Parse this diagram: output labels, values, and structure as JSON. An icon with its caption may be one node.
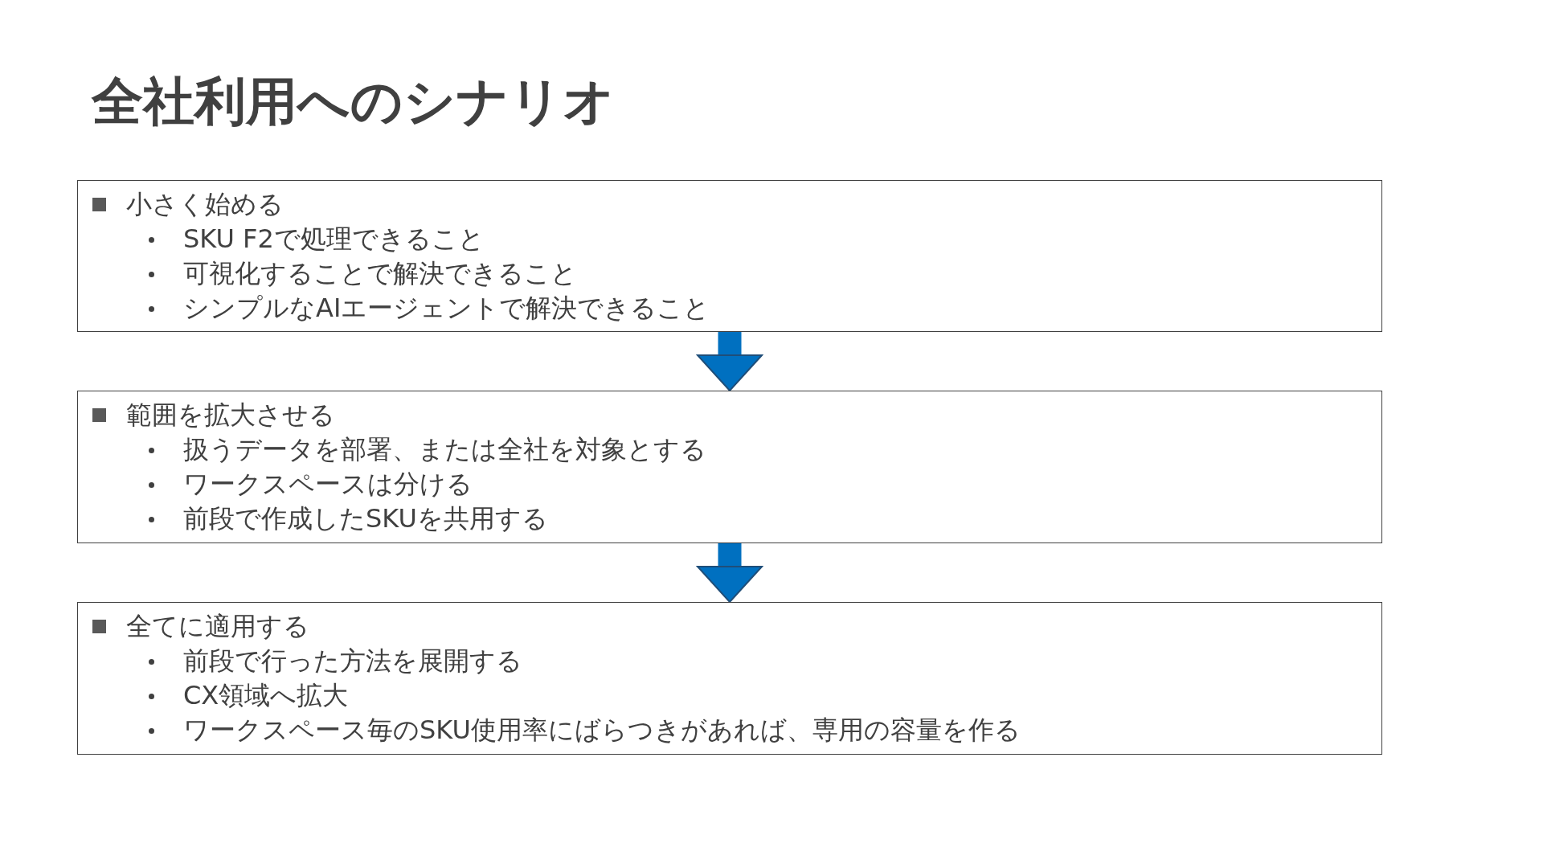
{
  "diagram": {
    "title": "全社利用へのシナリオ",
    "nodes": [
      {
        "text": [
          "小さく始める",
          "SKU F2で処理できること",
          "可視化することで解決できること",
          "シンプルなAIエージェントで解決できること"
        ]
      },
      {
        "text": [
          "範囲を拡大させる",
          "扱うデータを部署、または全社を対象とする",
          "ワークスペースは分ける",
          "前段で作成したSKUを共用する"
        ]
      },
      {
        "text": [
          "全てに適用する",
          "前段で行った方法を展開する",
          "CX領域へ拡大",
          "ワークスペース毎のSKU使用率にばらつきがあれば、専用の容量を作る"
        ]
      }
    ],
    "edges": [
      {
        "from": 0,
        "to": 1,
        "arrow": "to"
      },
      {
        "from": 1,
        "to": 2,
        "arrow": "to"
      }
    ]
  }
}
